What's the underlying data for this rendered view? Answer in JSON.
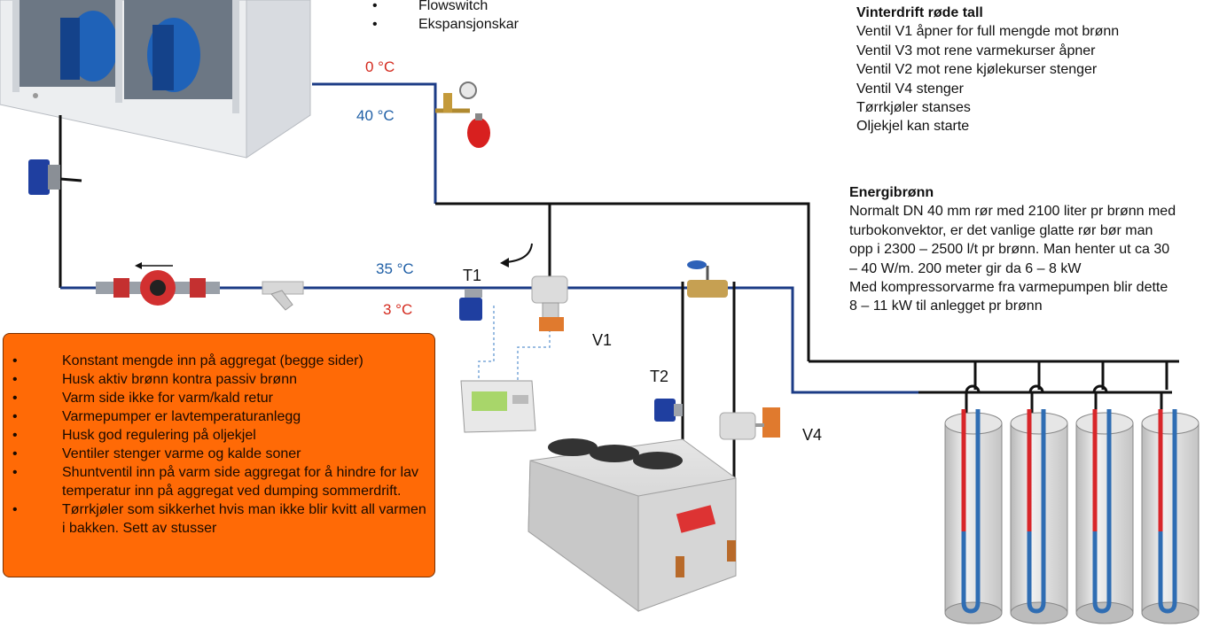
{
  "top_list": [
    "Flowswitch",
    "Ekspansjonskar"
  ],
  "temperatures": {
    "top_red": "0 °C",
    "top_blue": "40 °C",
    "mid_blue": "35 °C",
    "mid_red": "3 °C"
  },
  "labels": {
    "t1": "T1",
    "t2": "T2",
    "v1": "V1",
    "v4": "V4"
  },
  "vinterdrift": {
    "title": "Vinterdrift røde tall",
    "lines": [
      "Ventil V1 åpner for full mengde mot brønn",
      "Ventil V3 mot rene varmekurser åpner",
      "Ventil V2 mot rene kjølekurser stenger",
      "Ventil V4 stenger",
      "Tørrkjøler stanses",
      "Oljekjel kan starte"
    ]
  },
  "energibronn": {
    "title": "Energibrønn",
    "lines": [
      "Normalt DN 40 mm rør med 2100 liter pr brønn med",
      "turbokonvektor, er det vanlige glatte rør bør man",
      "opp i 2300 – 2500 l/t pr brønn. Man henter ut ca 30",
      "– 40 W/m. 200 meter gir da 6 – 8 kW",
      "Med kompressorvarme fra varmepumpen blir dette",
      "8 – 11 kW til anlegget pr brønn"
    ]
  },
  "notes": [
    "Konstant mengde inn på aggregat (begge sider)",
    "Husk aktiv brønn kontra passiv brønn",
    "Varm side ikke for varm/kald retur",
    "Varmepumper er lavtemperaturanlegg",
    "Husk god regulering på oljekjel",
    "Ventiler stenger varme og kalde soner",
    "Shuntventil inn på varm side aggregat for å hindre for lav temperatur inn på aggregat ved dumping sommerdrift.",
    "Tørrkjøler som sikkerhet hvis man ikke blir kvitt all varmen i bakken. Sett av stusser"
  ],
  "colors": {
    "pipe_black": "#111111",
    "pipe_blue": "#1c3c86",
    "well_red": "#d8262a",
    "well_blue": "#2f6db3",
    "note_box": "#ff6a06"
  }
}
